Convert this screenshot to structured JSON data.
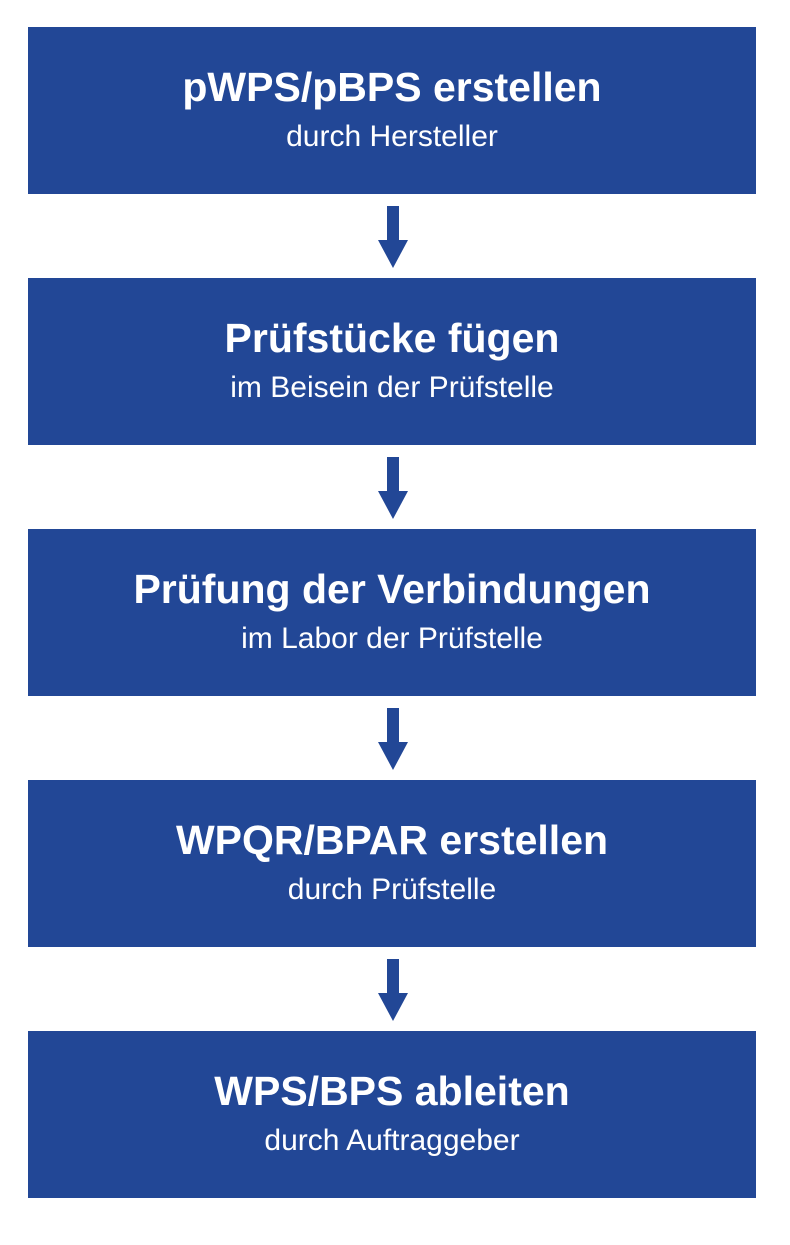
{
  "colors": {
    "box_fill": "#224796",
    "arrow": "#224796",
    "text": "#ffffff",
    "background": "#ffffff"
  },
  "arrow_icon": "arrow-down-icon",
  "steps": [
    {
      "title": "pWPS/pBPS erstellen",
      "subtitle": "durch Hersteller"
    },
    {
      "title": "Prüfstücke fügen",
      "subtitle": "im Beisein der Prüfstelle"
    },
    {
      "title": "Prüfung der Verbindungen",
      "subtitle": "im Labor der Prüfstelle"
    },
    {
      "title": "WPQR/BPAR erstellen",
      "subtitle": "durch Prüfstelle"
    },
    {
      "title": "WPS/BPS ableiten",
      "subtitle": "durch Auftraggeber"
    }
  ]
}
